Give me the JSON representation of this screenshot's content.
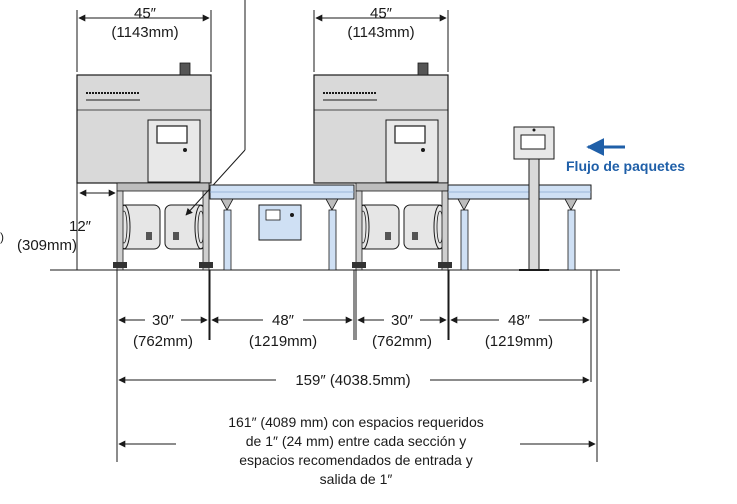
{
  "colors": {
    "outline": "#1a1a1a",
    "machine_fill": "#d9d9d9",
    "conveyor_fill": "#cfe0f4",
    "flow_arrow": "#1f5fa8"
  },
  "dimensions": {
    "top_left": {
      "inches": "45″",
      "mm": "(1143mm)"
    },
    "top_right": {
      "inches": "45″",
      "mm": "(1143mm)"
    },
    "height": {
      "inches": "12″",
      "mm": "(309mm)",
      "cut_left": ")"
    },
    "section_1": {
      "inches": "30″",
      "mm": "(762mm)"
    },
    "section_2": {
      "inches": "48″",
      "mm": "(1219mm)"
    },
    "section_3": {
      "inches": "30″",
      "mm": "(762mm)"
    },
    "section_4": {
      "inches": "48″",
      "mm": "(1219mm)"
    },
    "total": "159″ (4038.5mm)"
  },
  "flow_label": "Flujo de paquetes",
  "note": {
    "line1": "161″ (4089 mm) con espacios requeridos",
    "line2": "de 1″ (24 mm) entre cada sección y",
    "line3": "espacios recomendados de entrada y",
    "line4": "salida de 1″"
  },
  "icons": {
    "flow_direction": "arrow-left-icon"
  }
}
